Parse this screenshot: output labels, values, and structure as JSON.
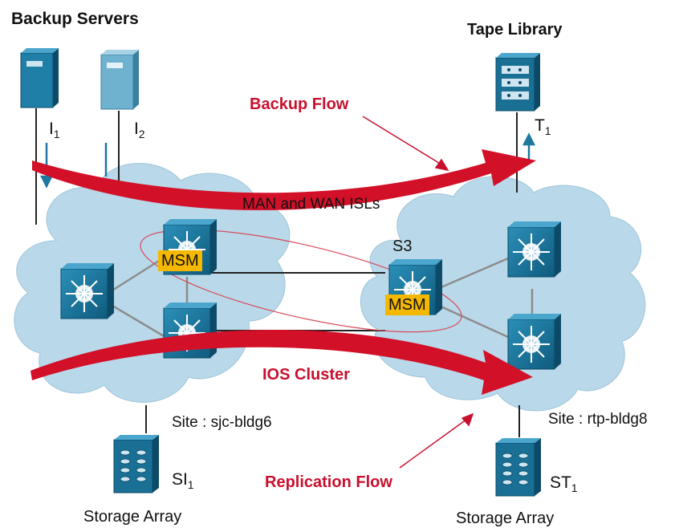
{
  "labels": {
    "backup_servers": "Backup Servers",
    "tape_library": "Tape Library",
    "i1_base": "I",
    "i1_sub": "1",
    "i2_base": "I",
    "i2_sub": "2",
    "t1_base": "T",
    "t1_sub": "1",
    "backup_flow": "Backup Flow",
    "man_wan": "MAN and WAN ISLs",
    "s3": "S3",
    "msm": "MSM",
    "ios_cluster": "IOS Cluster",
    "site_left": "Site : sjc-bldg6",
    "site_right": "Site : rtp-bldg8",
    "si1_base": "SI",
    "si1_sub": "1",
    "st1_base": "ST",
    "st1_sub": "1",
    "replication_flow": "Replication Flow",
    "storage_array": "Storage Array"
  },
  "colors": {
    "flow_red": "#d21028",
    "label_red": "#c8102e",
    "cloud_fill": "#b9d9ea",
    "device_blue": "#1f7fa6",
    "device_light": "#6fb2cf",
    "msm_yellow": "#f5b800",
    "link_gray": "#8c8c8c",
    "arrow_teal": "#1e78a0"
  },
  "icons": [
    "server-icon",
    "tape-library-icon",
    "mds-switch-icon",
    "storage-array-icon",
    "cloud-icon"
  ]
}
